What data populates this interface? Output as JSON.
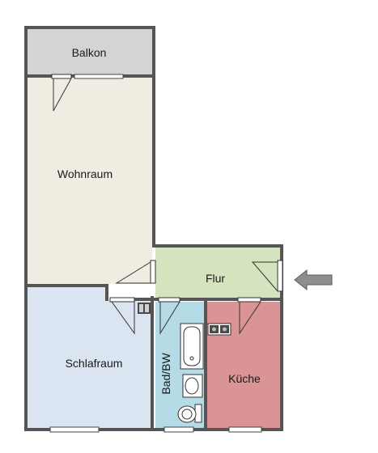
{
  "rooms": {
    "balkon": "Balkon",
    "wohnraum": "Wohnraum",
    "schlafraum": "Schlafraum",
    "flur": "Flur",
    "bad": "Bad/BW",
    "kueche": "Küche"
  },
  "colors": {
    "balkon": "#d4d4d4",
    "wohnraum": "#efede2",
    "schlafraum": "#dbe4f1",
    "flur": "#d6e3bf",
    "bad": "#b5dbe6",
    "kueche": "#d99493",
    "wall": "#555555",
    "arrow": "#8e8e8e"
  },
  "icons": {
    "entrance": "arrow-left-icon"
  }
}
